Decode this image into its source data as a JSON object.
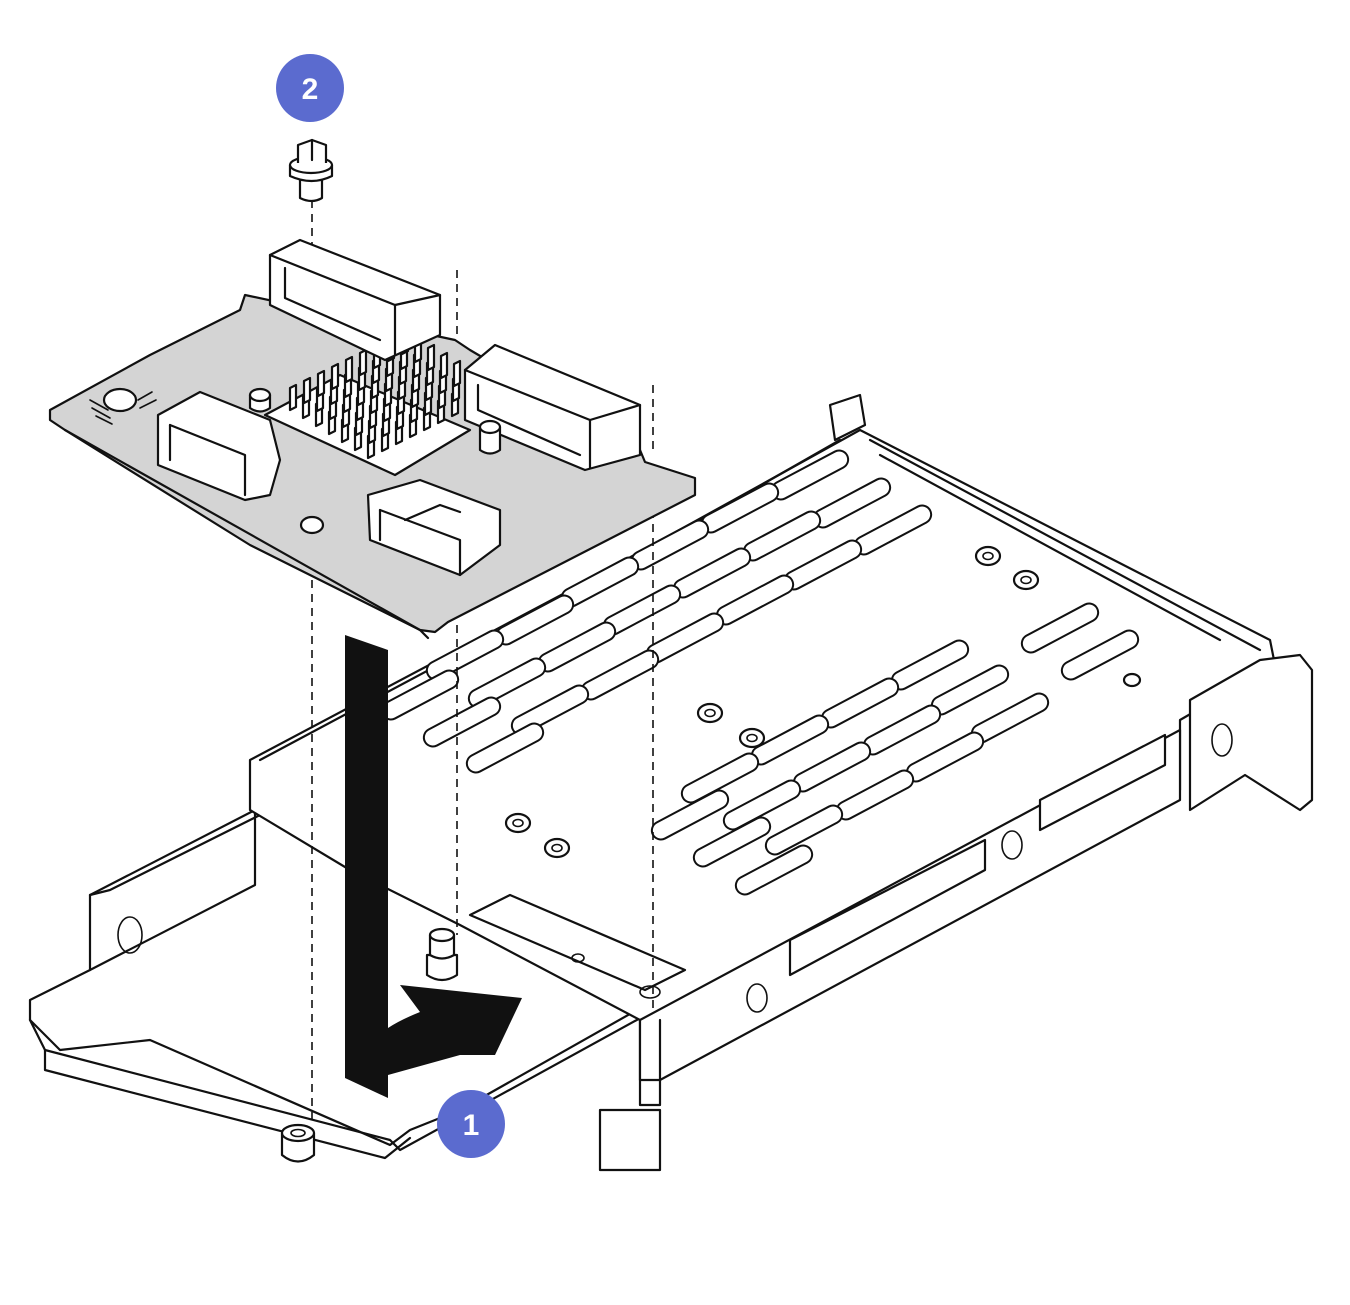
{
  "figure": {
    "colors": {
      "callout": "#5b6bcf",
      "board": "#d4d4d4",
      "outline": "#111111",
      "arrow": "#111111"
    }
  },
  "callouts": [
    {
      "id": "step-1",
      "label": "1"
    },
    {
      "id": "step-2",
      "label": "2"
    }
  ],
  "icons": [
    "screw-icon",
    "arrow-icon",
    "callout-icon"
  ]
}
